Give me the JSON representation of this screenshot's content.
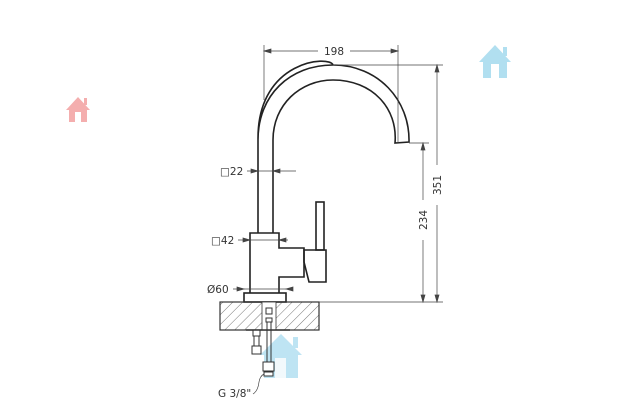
{
  "drawing": {
    "dimensions": {
      "spout_reach": "198",
      "total_height": "351",
      "spout_height": "234",
      "pipe_square": "□22",
      "body_square": "□42",
      "base_diameter": "Ø60",
      "connection_thread": "G 3/8\""
    }
  },
  "colors": {
    "line": "#222222",
    "dim": "#444444",
    "watermark_red": "#f3a6a6",
    "watermark_blue": "#a9dcef"
  }
}
